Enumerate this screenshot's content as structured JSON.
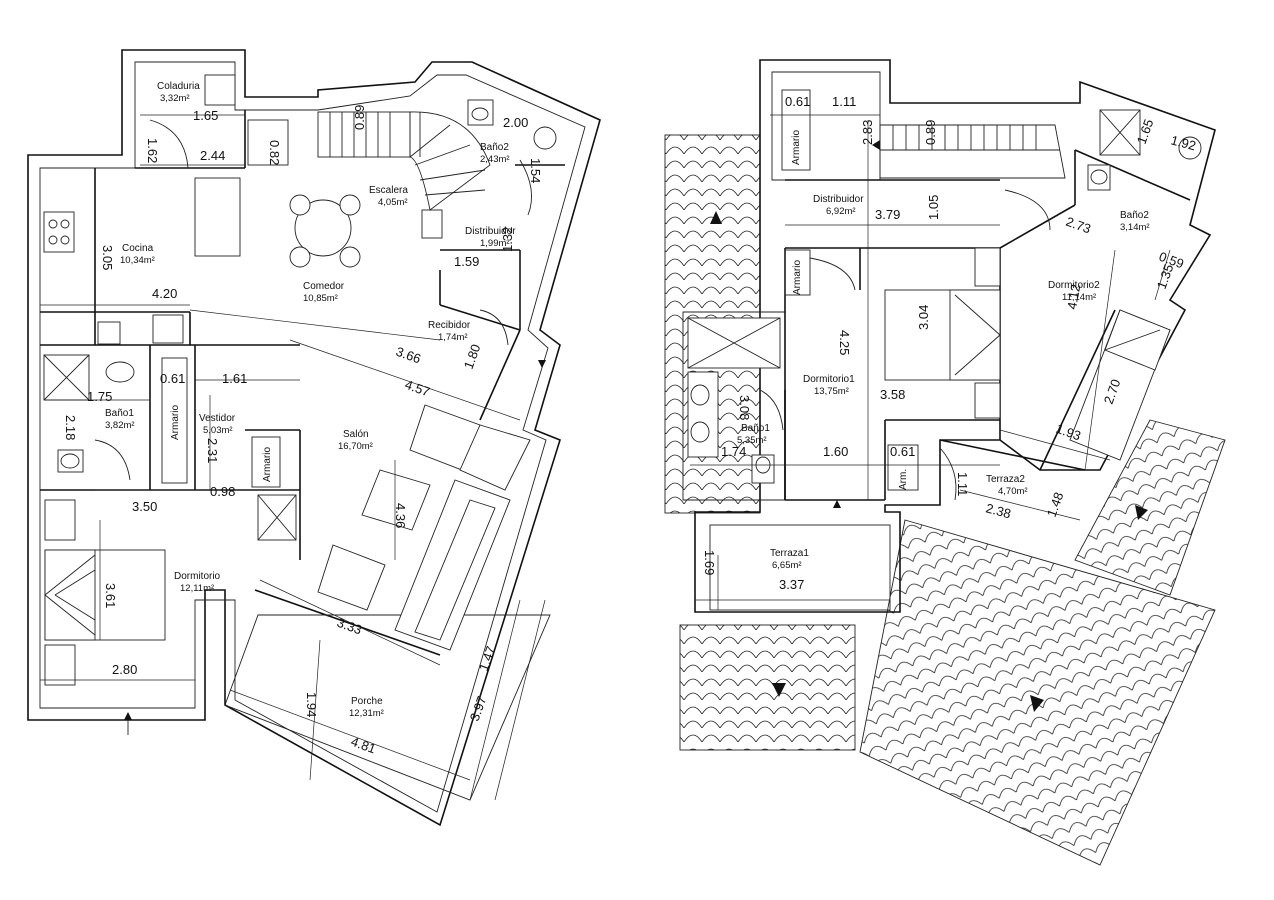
{
  "plans": [
    {
      "id": "ground-floor",
      "rooms": [
        {
          "name": "Coladuria",
          "area": "3,32m²"
        },
        {
          "name": "Cocina",
          "area": "10,34m²"
        },
        {
          "name": "Comedor",
          "area": "10,85m²"
        },
        {
          "name": "Escalera",
          "area": "4,05m²"
        },
        {
          "name": "Baño2",
          "area": "2,43m²"
        },
        {
          "name": "Distribuidor",
          "area": "1,99m²"
        },
        {
          "name": "Recibidor",
          "area": "1,74m²"
        },
        {
          "name": "Baño1",
          "area": "3,82m²"
        },
        {
          "name": "Vestidor",
          "area": "5,03m²"
        },
        {
          "name": "Salón",
          "area": "16,70m²"
        },
        {
          "name": "Dormitorio",
          "area": "12,11m²"
        },
        {
          "name": "Porche",
          "area": "12,31m²"
        }
      ],
      "labels": [
        "Armario",
        "Armario"
      ],
      "dimensions": [
        "1.65",
        "1.62",
        "0.82",
        "2.44",
        "0.89",
        "2.00",
        "1.54",
        "3.05",
        "4.20",
        "1.59",
        "1.32",
        "3.66",
        "1.80",
        "4.57",
        "0.61",
        "1.61",
        "1.75",
        "2.18",
        "2.31",
        "4.36",
        "3.50",
        "0.98",
        "3.61",
        "3.33",
        "2.80",
        "1.47",
        "1.94",
        "3.97",
        "4.81"
      ]
    },
    {
      "id": "upper-floor",
      "rooms": [
        {
          "name": "Distribuidor",
          "area": "6,92m²"
        },
        {
          "name": "Baño2",
          "area": "3,14m²"
        },
        {
          "name": "Dormitorio2",
          "area": "11,14m²"
        },
        {
          "name": "Dormitorio1",
          "area": "13,75m²"
        },
        {
          "name": "Baño1",
          "area": "5,35m²"
        },
        {
          "name": "Terraza2",
          "area": "4,70m²"
        },
        {
          "name": "Terraza1",
          "area": "6,65m²"
        }
      ],
      "labels": [
        "Armario",
        "Armario",
        "Arm."
      ],
      "dimensions": [
        "0.61",
        "1.11",
        "2.83",
        "0.89",
        "1.92",
        "1.65",
        "3.79",
        "1.05",
        "2.73",
        "0.59",
        "1.35",
        "4.25",
        "3.04",
        "4.12",
        "3.08",
        "3.58",
        "2.70",
        "1.74",
        "1.60",
        "0.61",
        "1.93",
        "1.11",
        "2.38",
        "1.48",
        "1.69",
        "3.37"
      ]
    }
  ]
}
